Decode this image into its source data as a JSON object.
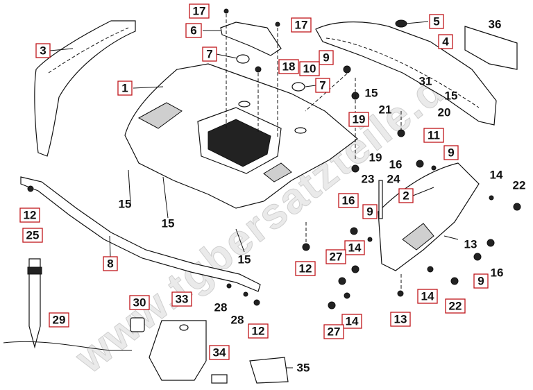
{
  "watermark": "www.tgbersatzteile.de",
  "callouts": [
    {
      "id": "c1",
      "label": "1"
    },
    {
      "id": "c2",
      "label": "2"
    },
    {
      "id": "c3",
      "label": "3"
    },
    {
      "id": "c4",
      "label": "4"
    },
    {
      "id": "c5",
      "label": "5"
    },
    {
      "id": "c6",
      "label": "6"
    },
    {
      "id": "c7a",
      "label": "7"
    },
    {
      "id": "c7b",
      "label": "7"
    },
    {
      "id": "c8",
      "label": "8"
    },
    {
      "id": "c9a",
      "label": "9"
    },
    {
      "id": "c9b",
      "label": "9"
    },
    {
      "id": "c9c",
      "label": "9"
    },
    {
      "id": "c9d",
      "label": "9"
    },
    {
      "id": "c10",
      "label": "10"
    },
    {
      "id": "c11",
      "label": "11"
    },
    {
      "id": "c12a",
      "label": "12"
    },
    {
      "id": "c12b",
      "label": "12"
    },
    {
      "id": "c12c",
      "label": "12"
    },
    {
      "id": "c13a",
      "label": "13"
    },
    {
      "id": "c13b",
      "label": "13"
    },
    {
      "id": "c14a",
      "label": "14"
    },
    {
      "id": "c14b",
      "label": "14"
    },
    {
      "id": "c14c",
      "label": "14"
    },
    {
      "id": "c14d",
      "label": "14"
    },
    {
      "id": "c15a",
      "label": "15"
    },
    {
      "id": "c15b",
      "label": "15"
    },
    {
      "id": "c15c",
      "label": "15"
    },
    {
      "id": "c15d",
      "label": "15"
    },
    {
      "id": "c15e",
      "label": "15"
    },
    {
      "id": "c16a",
      "label": "16"
    },
    {
      "id": "c16b",
      "label": "16"
    },
    {
      "id": "c16c",
      "label": "16"
    },
    {
      "id": "c17a",
      "label": "17"
    },
    {
      "id": "c17b",
      "label": "17"
    },
    {
      "id": "c18",
      "label": "18"
    },
    {
      "id": "c19a",
      "label": "19"
    },
    {
      "id": "c19b",
      "label": "19"
    },
    {
      "id": "c20",
      "label": "20"
    },
    {
      "id": "c21",
      "label": "21"
    },
    {
      "id": "c22a",
      "label": "22"
    },
    {
      "id": "c22b",
      "label": "22"
    },
    {
      "id": "c23",
      "label": "23"
    },
    {
      "id": "c24",
      "label": "24"
    },
    {
      "id": "c25",
      "label": "25"
    },
    {
      "id": "c27a",
      "label": "27"
    },
    {
      "id": "c27b",
      "label": "27"
    },
    {
      "id": "c28a",
      "label": "28"
    },
    {
      "id": "c28b",
      "label": "28"
    },
    {
      "id": "c29",
      "label": "29"
    },
    {
      "id": "c30",
      "label": "30"
    },
    {
      "id": "c31",
      "label": "31"
    },
    {
      "id": "c33",
      "label": "33"
    },
    {
      "id": "c34",
      "label": "34"
    },
    {
      "id": "c35",
      "label": "35"
    },
    {
      "id": "c36",
      "label": "36"
    }
  ]
}
